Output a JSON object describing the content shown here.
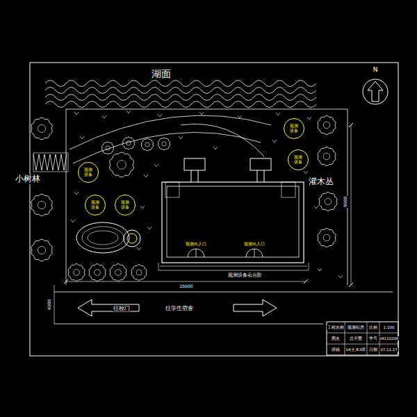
{
  "diagram": {
    "nodes": [
      {
        "text": [
          "观测设备"
        ]
      },
      {
        "text": [
          "观测设备"
        ]
      },
      {
        "text": [
          "观测设备"
        ]
      },
      {
        "text": [
          "观测设备"
        ]
      },
      {
        "text": [
          "观测设备"
        ]
      }
    ],
    "labels": [
      "湖面",
      "N",
      "小树林",
      "灌木丛",
      "观测出入口",
      "观测出入口",
      "观测设备石台阶",
      "25000",
      "4000",
      "9000",
      "往校门",
      "往学生宿舍",
      "工程名称",
      "观测站房",
      "比例",
      "1:100",
      "图名",
      "总平面",
      "学号",
      "04110206",
      "班级",
      "04土木3班",
      "日期",
      "07.11.17"
    ]
  }
}
